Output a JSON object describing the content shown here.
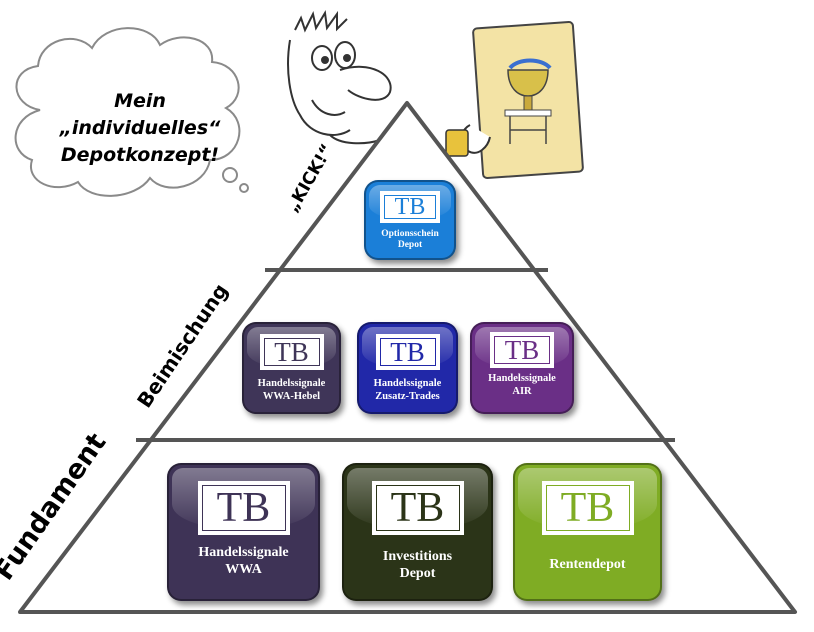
{
  "cloud": {
    "line1": "Mein",
    "line2": "„individuelles“",
    "line3": "Depotkonzept!"
  },
  "levels": {
    "top": "„KICK!“",
    "middle": "Beimischung",
    "bottom": "Fundament"
  },
  "logo_text": "TB",
  "tiles": [
    {
      "line1": "Optionsschein",
      "line2": "Depot",
      "color": "#1b7fd8"
    },
    {
      "line1": "Handelssignale",
      "line2": "WWA-Hebel",
      "color": "#3f3558"
    },
    {
      "line1": "Handelssignale",
      "line2": "Zusatz-Trades",
      "color": "#2128a8"
    },
    {
      "line1": "Handelssignale",
      "line2": "AIR",
      "color": "#6a2f86"
    },
    {
      "line1": "Handelssignale",
      "line2": "WWA",
      "color": "#3e3356"
    },
    {
      "line1": "Investitions",
      "line2": "Depot",
      "color": "#2b3418"
    },
    {
      "line1": "Rentendepot",
      "line2": "",
      "color": "#7fac24"
    }
  ]
}
